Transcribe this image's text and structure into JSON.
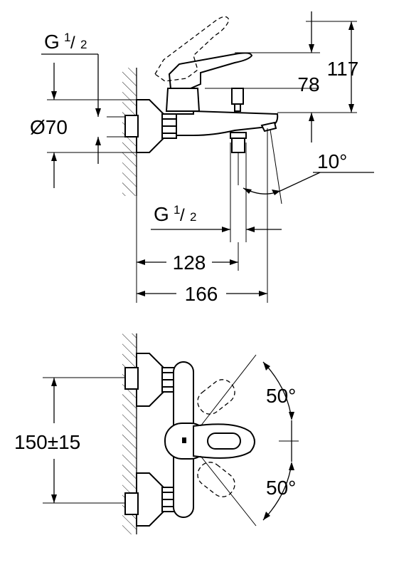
{
  "labels": {
    "thread_top_main": "G",
    "thread_top_num": "1",
    "thread_top_den": "2",
    "diameter": "Ø70",
    "height_117": "117",
    "height_78": "78",
    "angle_10": "10°",
    "thread_spout_main": "G",
    "thread_spout_num": "1",
    "thread_spout_den": "2",
    "width_128": "128",
    "width_166": "166",
    "spacing": "150±15",
    "angle_50_top": "50°",
    "angle_50_bottom": "50°"
  },
  "colors": {
    "line": "#000000",
    "background": "#ffffff"
  }
}
